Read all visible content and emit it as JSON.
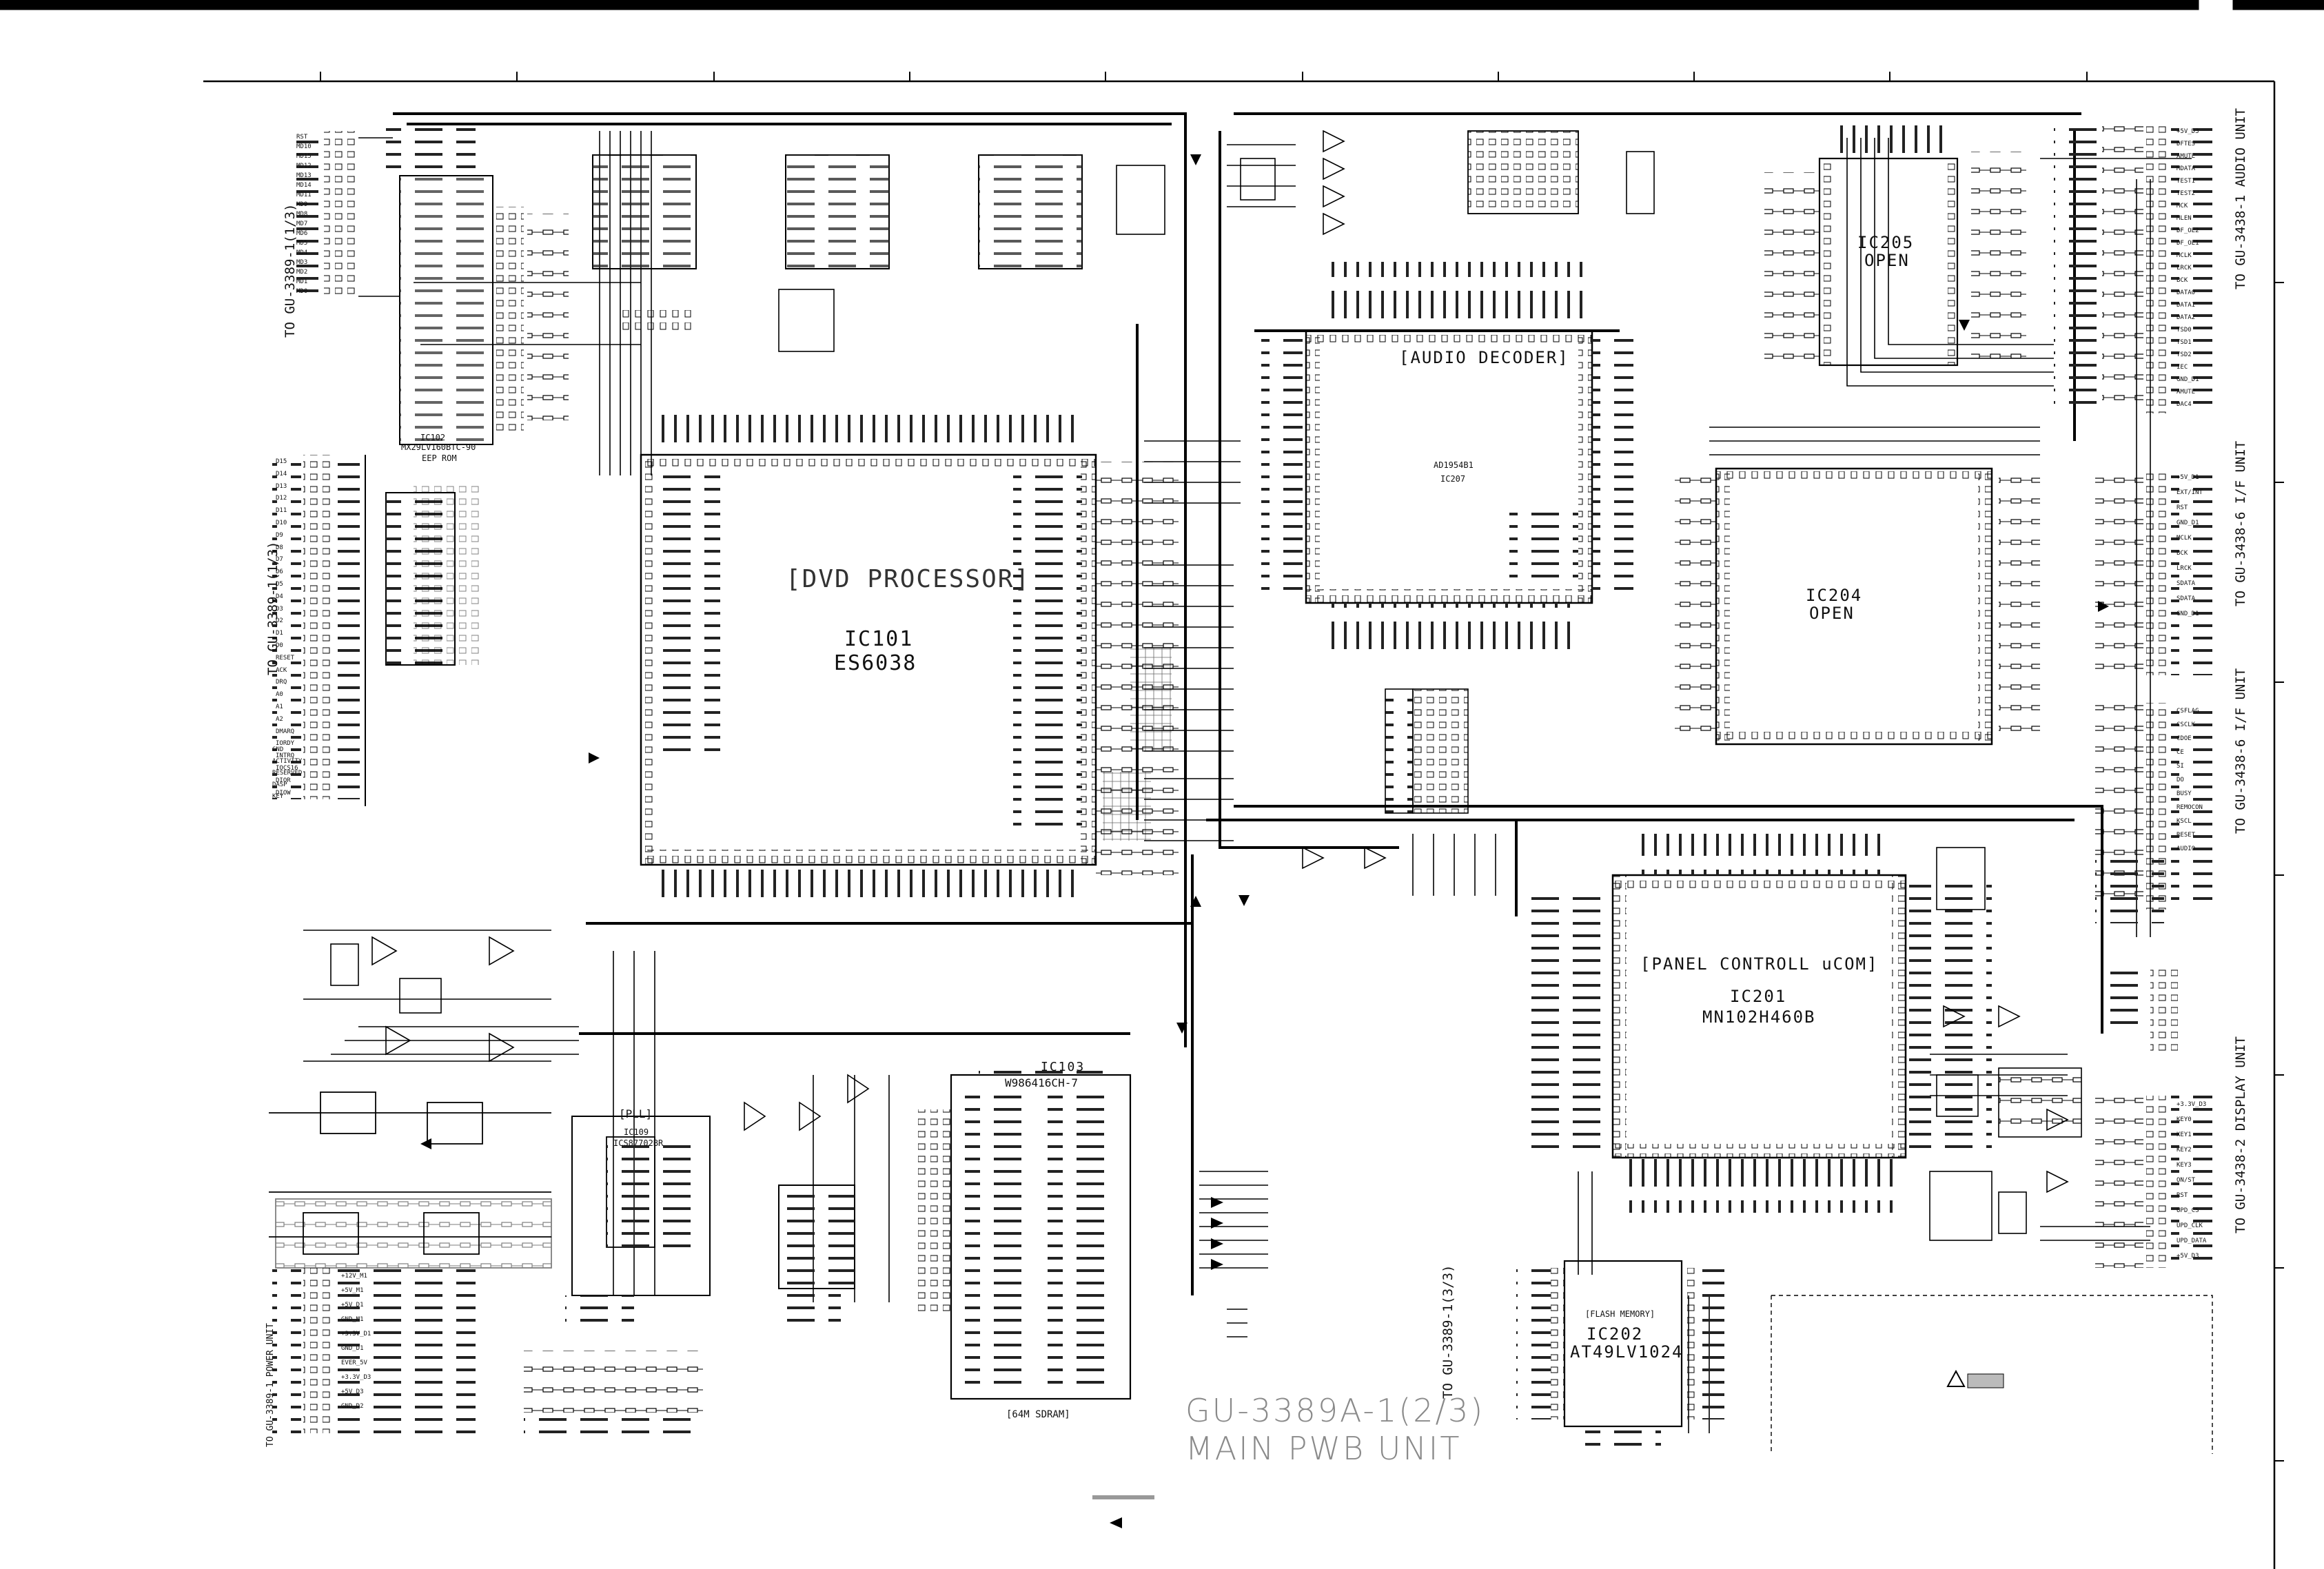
{
  "board": {
    "title": "GU-3389A-1(2/3)",
    "subtitle": "MAIN PWB UNIT"
  },
  "blocks": {
    "dvd_processor": {
      "function": "[DVD PROCESSOR]",
      "ref": "IC101",
      "part": "ES6038"
    },
    "audio_decoder": {
      "function": "[AUDIO DECODER]",
      "ref": "IC207",
      "part": "AD1954B1"
    },
    "open_ic205": {
      "ref": "IC205",
      "part": "OPEN"
    },
    "open_ic204": {
      "ref": "IC204",
      "part": "OPEN"
    },
    "panel_ucom": {
      "function": "[PANEL CONTROLL uCOM]",
      "ref": "IC201",
      "part": "MN102H460B"
    },
    "flash": {
      "function": "[FLASH MEMORY]",
      "ref": "IC202",
      "part": "AT49LV1024"
    },
    "sdram": {
      "ref": "IC103",
      "part": "W986416CH-7",
      "function": "[64M SDRAM]"
    },
    "pll": {
      "function": "[PLL]",
      "ref": "IC109",
      "part": "ICS87702BR"
    },
    "eep": {
      "ref": "IC102",
      "part": "MX29LV160BTC-90",
      "function": "EEP ROM"
    }
  },
  "connectors": {
    "left_top": "TO GU-3389-1(1/3)",
    "left_mid": "TO GU-3389-1(1/3)",
    "left_bottom": "TO GU-3389-1 POWER UNIT",
    "right_1": "TO GU-3438-1 AUDIO UNIT",
    "right_2": "TO GU-3438-6 I/F UNIT",
    "right_3": "TO GU-3438-6 I/F UNIT",
    "right_4": "TO GU-3438-2 DISPLAY UNIT",
    "center": "TO GU-3389-1(3/3)"
  },
  "signals": {
    "left_top": [
      "RST",
      "MD10",
      "MD15",
      "MD12",
      "MD13",
      "MD14",
      "MD11",
      "MD9",
      "MD8",
      "MD7",
      "MD6",
      "MD5",
      "MD4",
      "MD3",
      "MD2",
      "MD1",
      "MD0"
    ],
    "left_mid": [
      "D15",
      "D14",
      "D13",
      "D12",
      "D11",
      "D10",
      "D9",
      "D8",
      "D7",
      "D6",
      "D5",
      "D4",
      "D3",
      "D2",
      "D1",
      "D0",
      "RESET",
      "ACK",
      "DRQ",
      "A0",
      "A1",
      "A2",
      "DMARQ",
      "IORDY",
      "INTRQ",
      "IOCS16",
      "DIOR",
      "DIOW"
    ],
    "left_bottom": [
      "GND",
      "ACTIVITY",
      "RESERVED",
      "DASP",
      "KEY"
    ],
    "power": [
      "+12V_M1",
      "+5V_M1",
      "+5V_D1",
      "GND_M1",
      "+3.3V_D1",
      "GND_D1",
      "EVER_5V",
      "+3.3V_D3",
      "+5V_D3",
      "GND_D2"
    ],
    "right_audio": [
      "+5V_D3",
      "DFTES",
      "AMUTE",
      "MDATA",
      "TEST1",
      "TEST2",
      "MCK",
      "MLEN",
      "DF_OE2",
      "DF_OE1",
      "MCLK",
      "LRCK",
      "BCK",
      "DATA0",
      "DATA1",
      "DATA2",
      "TSD0",
      "TSD1",
      "TSD2",
      "IEC",
      "GND_D1",
      "AMUTE",
      "DAC4"
    ],
    "right_if": [
      "+5V_D1",
      "EXT/INT",
      "RST",
      "GND_D1",
      "MCLK",
      "BCK",
      "LRCK",
      "SDATA",
      "SDATA",
      "GND_D1"
    ],
    "right_if2": [
      "CSFLAG",
      "CSCLK",
      "CDOE",
      "CE",
      "SI",
      "DO",
      "BUSY",
      "REMOCON",
      "KSCL",
      "RESET",
      "AUDIO"
    ],
    "right_display": [
      "+3.3V_D3",
      "KEY0",
      "KEY1",
      "KEY2",
      "KEY3",
      "ON/ST",
      "RST",
      "UPD_CS",
      "UPD_CLK",
      "UPD_DATA",
      "+5V_D3"
    ]
  },
  "ui": {
    "warning_icon": "warning-triangle-icon"
  }
}
